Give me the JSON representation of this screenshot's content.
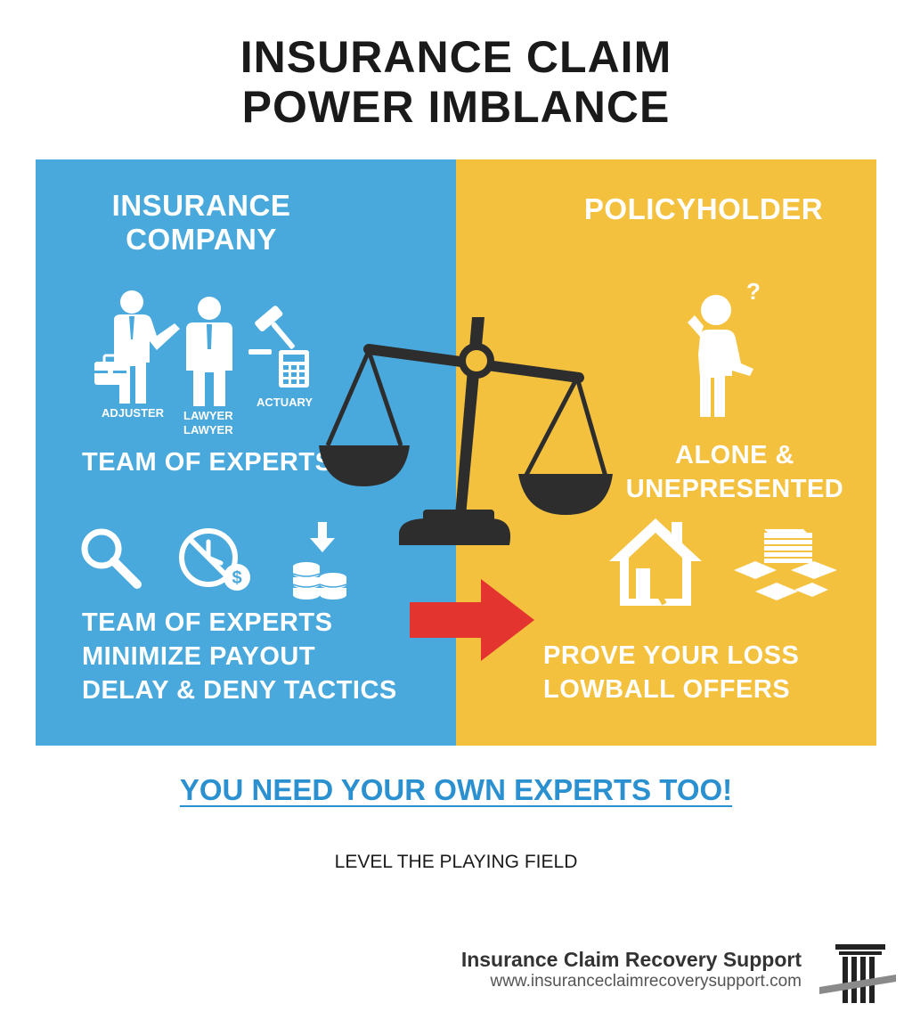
{
  "title": {
    "line1": "INSURANCE CLAIM",
    "line2": "POWER IMBLANCE"
  },
  "left": {
    "heading_line1": "INSURANCE",
    "heading_line2": "COMPANY",
    "roles": {
      "adjuster": "ADJUSTER",
      "lawyer_line1": "LAWYER",
      "lawyer_line2": "LAWYER",
      "actuary": "ACTUARY"
    },
    "team_label": "TEAM OF EXPERTS",
    "tactics": [
      "TEAM OF EXPERTS",
      "MINIMIZE PAYOUT",
      "DELAY & DENY TACTICS"
    ],
    "color": "#49a8dc"
  },
  "right": {
    "heading": "POLICYHOLDER",
    "status_line1": "ALONE &",
    "status_line2": "UNEPRESENTED",
    "problems": [
      "PROVE YOUR LOSS",
      "LOWBALL OFFERS"
    ],
    "color": "#f4c13f"
  },
  "cta": "YOU NEED YOUR OWN EXPERTS TOO!",
  "tagline": "LEVEL THE PLAYING FIELD",
  "footer": {
    "brand": "Insurance Claim Recovery Support",
    "url": "www.insuranceclaimrecoverysupport.com"
  },
  "icons": [
    "person-icon",
    "briefcase-icon",
    "gavel-icon",
    "calculator-icon",
    "scales-icon",
    "confused-person-icon",
    "question-mark-icon",
    "magnifier-icon",
    "clock-denied-icon",
    "coins-down-icon",
    "arrow-right-icon",
    "damaged-house-icon",
    "papers-icon",
    "logo-column-icon"
  ],
  "accent_colors": {
    "arrow": "#e3342f",
    "cta": "#2b90d0",
    "scale": "#2d2d2d"
  }
}
